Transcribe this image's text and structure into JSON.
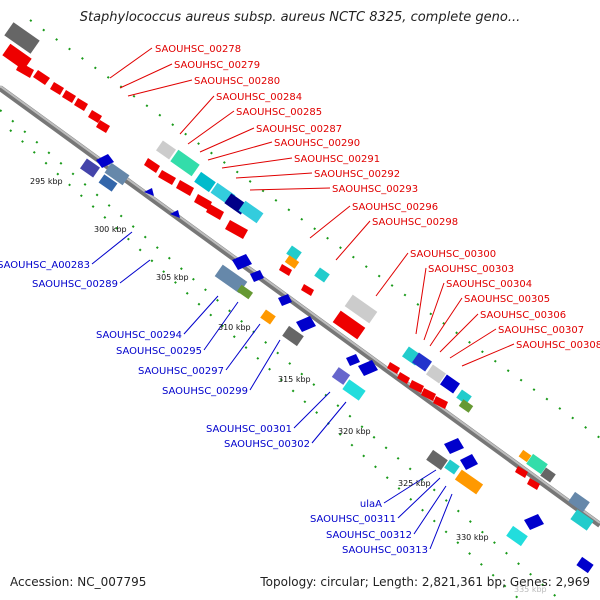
{
  "header": {
    "title": "Staphylococcus aureus subsp. aureus NCTC 8325, complete geno..."
  },
  "footer": {
    "accession": "Accession: NC_007795",
    "summary": "Topology: circular; Length: 2,821,361 bp; Genes: 2,969"
  },
  "colors": {
    "forward_label": "#e00000",
    "reverse_label": "#0000cc",
    "backbone": "#808080",
    "tick": "#1a9a1a"
  },
  "ticks": [
    "295 kbp",
    "300 kbp",
    "305 kbp",
    "310 kbp",
    "315 kbp",
    "320 kbp",
    "325 kbp",
    "330 kbp",
    "335 kbp"
  ],
  "forward_labels": [
    "SAOUHSC_00278",
    "SAOUHSC_00279",
    "SAOUHSC_00280",
    "SAOUHSC_00284",
    "SAOUHSC_00285",
    "SAOUHSC_00287",
    "SAOUHSC_00290",
    "SAOUHSC_00291",
    "SAOUHSC_00292",
    "SAOUHSC_00293",
    "SAOUHSC_00296",
    "SAOUHSC_00298",
    "SAOUHSC_00300",
    "SAOUHSC_00303",
    "SAOUHSC_00304",
    "SAOUHSC_00305",
    "SAOUHSC_00306",
    "SAOUHSC_00307",
    "SAOUHSC_00308"
  ],
  "reverse_labels": [
    "SAOUHSC_A00283",
    "SAOUHSC_00289",
    "SAOUHSC_00294",
    "SAOUHSC_00295",
    "SAOUHSC_00297",
    "SAOUHSC_00299",
    "SAOUHSC_00301",
    "SAOUHSC_00302",
    "ulaA",
    "SAOUHSC_00311",
    "SAOUHSC_00312",
    "SAOUHSC_00313"
  ]
}
